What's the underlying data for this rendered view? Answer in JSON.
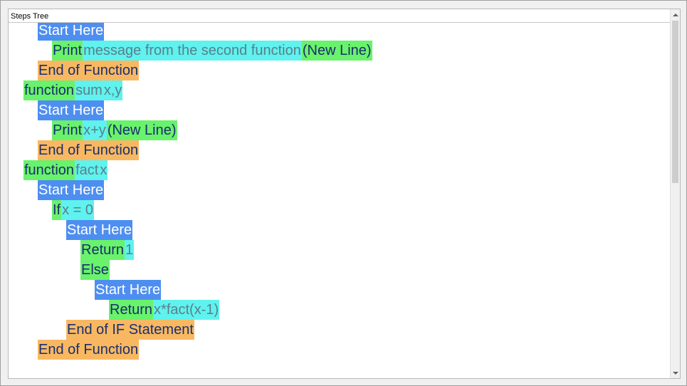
{
  "panel": {
    "title": "Steps Tree"
  },
  "tree_rows": [
    {
      "depth": 2,
      "toggle": true,
      "segments": [
        {
          "text": "Start Here",
          "style": "kw-blue"
        }
      ]
    },
    {
      "depth": 3,
      "toggle": false,
      "segments": [
        {
          "text": "Print",
          "style": "kw-green"
        },
        {
          "text": "message from the second function",
          "style": "arg-cyan"
        },
        {
          "text": "(New Line)",
          "style": "suffix-green"
        }
      ]
    },
    {
      "depth": 2,
      "toggle": false,
      "segments": [
        {
          "text": "End of Function",
          "style": "kw-orange"
        }
      ]
    },
    {
      "depth": 1,
      "toggle": true,
      "segments": [
        {
          "text": "function",
          "style": "kw-green"
        },
        {
          "text": "sum",
          "style": "arg-cyan"
        },
        {
          "text": "x,y",
          "style": "arg-cyan"
        }
      ]
    },
    {
      "depth": 2,
      "toggle": true,
      "segments": [
        {
          "text": "Start Here",
          "style": "kw-blue"
        }
      ]
    },
    {
      "depth": 3,
      "toggle": false,
      "segments": [
        {
          "text": "Print",
          "style": "kw-green"
        },
        {
          "text": "x+y",
          "style": "arg-cyan"
        },
        {
          "text": "(New Line)",
          "style": "suffix-green"
        }
      ]
    },
    {
      "depth": 2,
      "toggle": false,
      "segments": [
        {
          "text": "End of Function",
          "style": "kw-orange"
        }
      ]
    },
    {
      "depth": 1,
      "toggle": true,
      "segments": [
        {
          "text": "function",
          "style": "kw-green"
        },
        {
          "text": "fact",
          "style": "arg-cyan"
        },
        {
          "text": "x",
          "style": "arg-cyan"
        }
      ]
    },
    {
      "depth": 2,
      "toggle": true,
      "segments": [
        {
          "text": "Start Here",
          "style": "kw-blue"
        }
      ]
    },
    {
      "depth": 3,
      "toggle": true,
      "segments": [
        {
          "text": "If",
          "style": "kw-green"
        },
        {
          "text": "x = 0",
          "style": "arg-cyan"
        }
      ]
    },
    {
      "depth": 4,
      "toggle": true,
      "segments": [
        {
          "text": "Start Here",
          "style": "kw-blue"
        }
      ]
    },
    {
      "depth": 5,
      "toggle": false,
      "segments": [
        {
          "text": "Return",
          "style": "kw-green"
        },
        {
          "text": "1",
          "style": "arg-cyan"
        }
      ]
    },
    {
      "depth": 5,
      "toggle": true,
      "segments": [
        {
          "text": "Else",
          "style": "kw-green"
        }
      ]
    },
    {
      "depth": 6,
      "toggle": true,
      "segments": [
        {
          "text": "Start Here",
          "style": "kw-blue"
        }
      ]
    },
    {
      "depth": 7,
      "toggle": false,
      "segments": [
        {
          "text": "Return",
          "style": "kw-green"
        },
        {
          "text": "x*fact(x-1)",
          "style": "arg-cyan"
        }
      ]
    },
    {
      "depth": 4,
      "toggle": false,
      "segments": [
        {
          "text": "End of IF Statement",
          "style": "kw-orange"
        }
      ]
    },
    {
      "depth": 2,
      "toggle": false,
      "segments": [
        {
          "text": "End of Function",
          "style": "kw-orange"
        }
      ]
    }
  ],
  "colors": {
    "start": "#4e8ef0",
    "keyword": "#69f26b",
    "end": "#f8b862",
    "argument": "#5ff2ee"
  },
  "icons": {
    "expand_toggle": "triangle-down-icon",
    "scroll_up": "arrow-up-icon",
    "scroll_down": "arrow-down-icon"
  }
}
